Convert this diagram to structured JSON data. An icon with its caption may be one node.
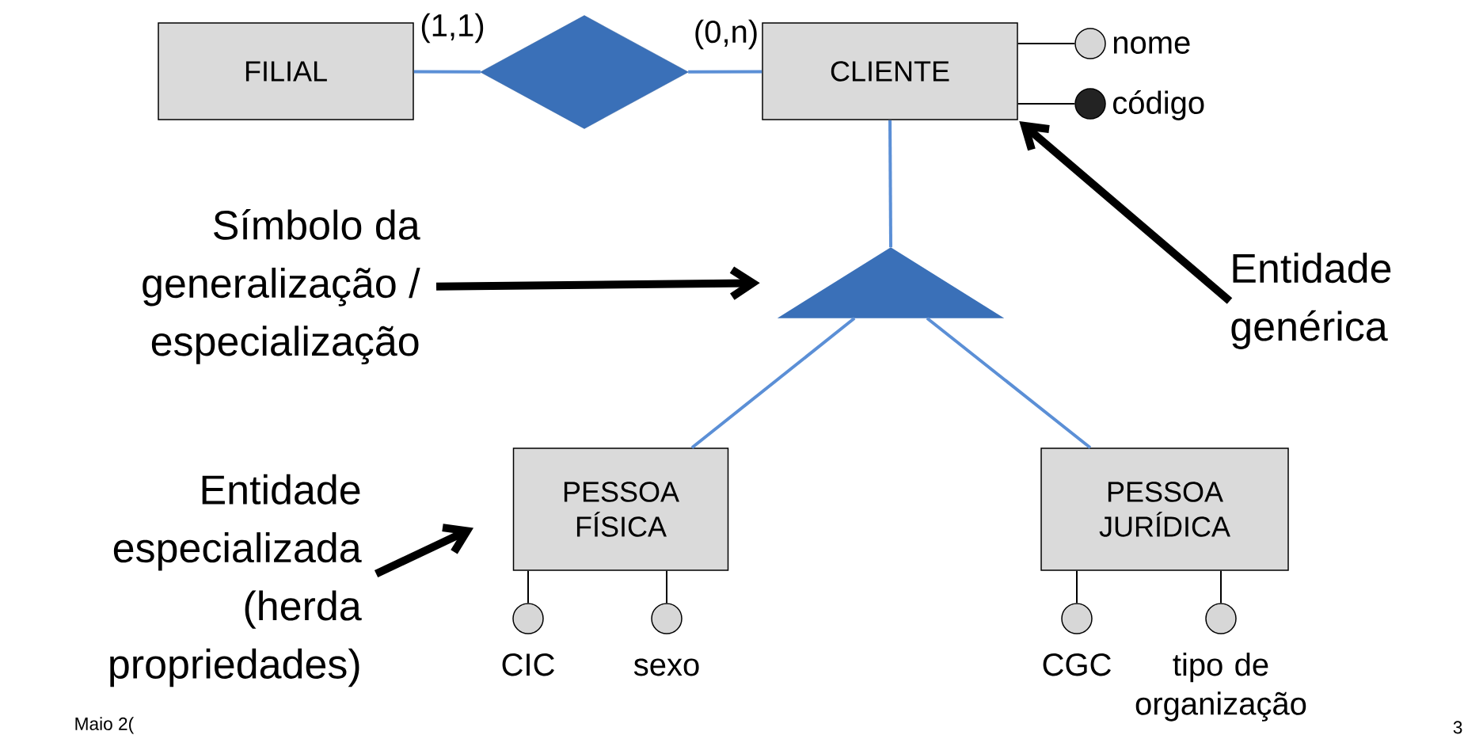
{
  "diagram": {
    "nodes": [
      {
        "text": [
          "FILIAL"
        ]
      },
      {
        "text": [],
        "shape": "diamond"
      },
      {
        "text": [
          "CLIENTE"
        ]
      },
      {
        "text": [],
        "shape": "circle",
        "beside": [
          "nome"
        ]
      },
      {
        "text": [],
        "shape": "dot",
        "beside": [
          "código"
        ]
      },
      {
        "text": [],
        "shape": "triangle"
      },
      {
        "text": [
          "PESSOA FÍSICA"
        ]
      },
      {
        "text": [
          "PESSOA JURÍDICA"
        ]
      },
      {
        "text": [],
        "shape": "circle",
        "beside": [
          "CIC"
        ]
      },
      {
        "text": [],
        "shape": "circle",
        "beside": [
          "sexo"
        ]
      },
      {
        "text": [],
        "shape": "circle",
        "beside": [
          "CGC"
        ]
      },
      {
        "text": [],
        "shape": "circle",
        "beside": [
          "tipo de organização"
        ]
      },
      {
        "text": [
          "Símbolo da generalização / especialização"
        ]
      },
      {
        "text": [
          "Entidade genérica"
        ]
      },
      {
        "text": [
          "Entidade especializada (herda propriedades)"
        ]
      }
    ],
    "edges": [
      {
        "from": 0,
        "to": 1,
        "arrow": "none",
        "label": "(1,1)",
        "color": "#5b8fd6"
      },
      {
        "from": 1,
        "to": 2,
        "arrow": "none",
        "label": "(0,n)",
        "color": "#5b8fd6"
      },
      {
        "from": 2,
        "to": 3,
        "arrow": "none"
      },
      {
        "from": 2,
        "to": 4,
        "arrow": "none"
      },
      {
        "from": 2,
        "to": 5,
        "arrow": "none",
        "color": "#5b8fd6"
      },
      {
        "from": 5,
        "to": 6,
        "arrow": "none",
        "color": "#5b8fd6"
      },
      {
        "from": 5,
        "to": 7,
        "arrow": "none",
        "color": "#5b8fd6"
      },
      {
        "from": 6,
        "to": 8,
        "arrow": "none"
      },
      {
        "from": 6,
        "to": 9,
        "arrow": "none"
      },
      {
        "from": 7,
        "to": 10,
        "arrow": "none"
      },
      {
        "from": 7,
        "to": 11,
        "arrow": "none"
      },
      {
        "from": 12,
        "to": 5,
        "arrow": "to",
        "style": "thick"
      },
      {
        "from": 13,
        "to": 2,
        "arrow": "to",
        "style": "thick"
      },
      {
        "from": 14,
        "to": 6,
        "arrow": "to",
        "style": "thick"
      }
    ],
    "labels": [
      "Maio 2(",
      "3"
    ]
  }
}
